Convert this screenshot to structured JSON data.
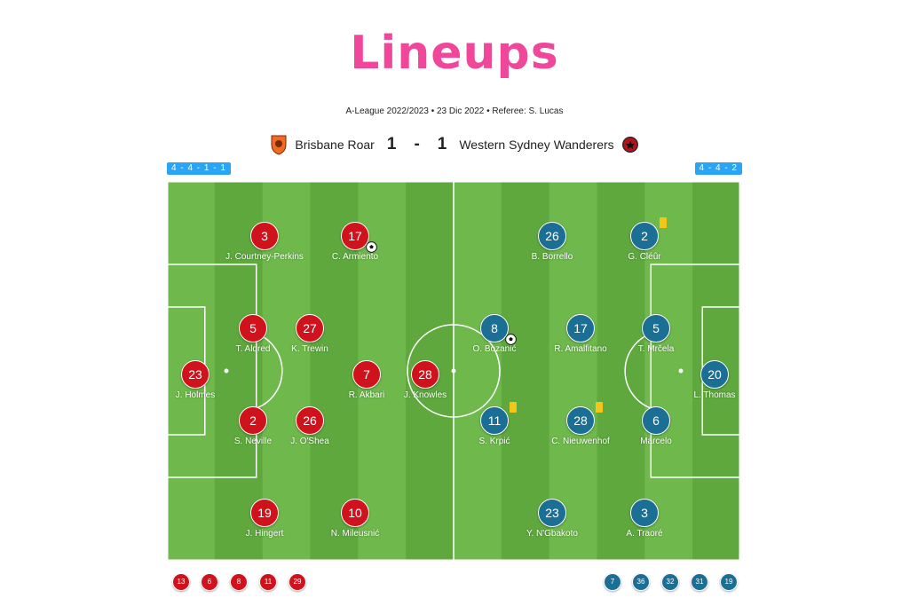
{
  "title": "Lineups",
  "subtitle": "A-League 2022/2023 • 23 Dic 2022 • Referee: S. Lucas",
  "colors": {
    "title": "#f0479b",
    "home": "#d0121d",
    "away": "#1c6f94",
    "formation_badge": "#2aa4f4",
    "pitch_light": "#6fb84c",
    "pitch_dark": "#5ea83e",
    "card": "#f5c518"
  },
  "match": {
    "home_team": "Brisbane Roar",
    "home_score": "1",
    "separator": "-",
    "away_score": "1",
    "away_team": "Western Sydney Wanderers",
    "home_crest_icon": "brisbane-roar-crest-icon",
    "away_crest_icon": "wsw-crest-icon"
  },
  "home": {
    "formation": "4 - 4 - 1 - 1",
    "players": [
      {
        "number": "23",
        "name": "J. Holmes",
        "events": []
      },
      {
        "number": "3",
        "name": "J. Courtney-Perkins",
        "events": []
      },
      {
        "number": "5",
        "name": "T. Aldred",
        "events": []
      },
      {
        "number": "2",
        "name": "S. Neville",
        "events": []
      },
      {
        "number": "19",
        "name": "J. Hingert",
        "events": []
      },
      {
        "number": "27",
        "name": "K. Trewin",
        "events": []
      },
      {
        "number": "26",
        "name": "J. O'Shea",
        "events": []
      },
      {
        "number": "17",
        "name": "C. Armiento",
        "events": [
          "goal"
        ]
      },
      {
        "number": "7",
        "name": "R. Akbari",
        "events": []
      },
      {
        "number": "10",
        "name": "N. Mileusnić",
        "events": []
      },
      {
        "number": "28",
        "name": "J. Knowles",
        "events": []
      }
    ],
    "subs": [
      "13",
      "6",
      "8",
      "11",
      "29"
    ]
  },
  "away": {
    "formation": "4 - 4 - 2",
    "players": [
      {
        "number": "20",
        "name": "L. Thomas",
        "events": []
      },
      {
        "number": "2",
        "name": "G. Cléûr",
        "events": [
          "yellow-card"
        ]
      },
      {
        "number": "5",
        "name": "T. Mrčela",
        "events": []
      },
      {
        "number": "6",
        "name": "Marcelo",
        "events": []
      },
      {
        "number": "3",
        "name": "A. Traoré",
        "events": []
      },
      {
        "number": "26",
        "name": "B. Borrello",
        "events": []
      },
      {
        "number": "17",
        "name": "R. Amalfitano",
        "events": []
      },
      {
        "number": "28",
        "name": "C. Nieuwenhof",
        "events": [
          "yellow-card"
        ]
      },
      {
        "number": "23",
        "name": "Y. N'Gbakoto",
        "events": []
      },
      {
        "number": "8",
        "name": "O. Bozanić",
        "events": [
          "goal"
        ]
      },
      {
        "number": "11",
        "name": "S. Krpić",
        "events": [
          "yellow-card"
        ]
      }
    ],
    "subs": [
      "7",
      "36",
      "32",
      "31",
      "19"
    ]
  }
}
